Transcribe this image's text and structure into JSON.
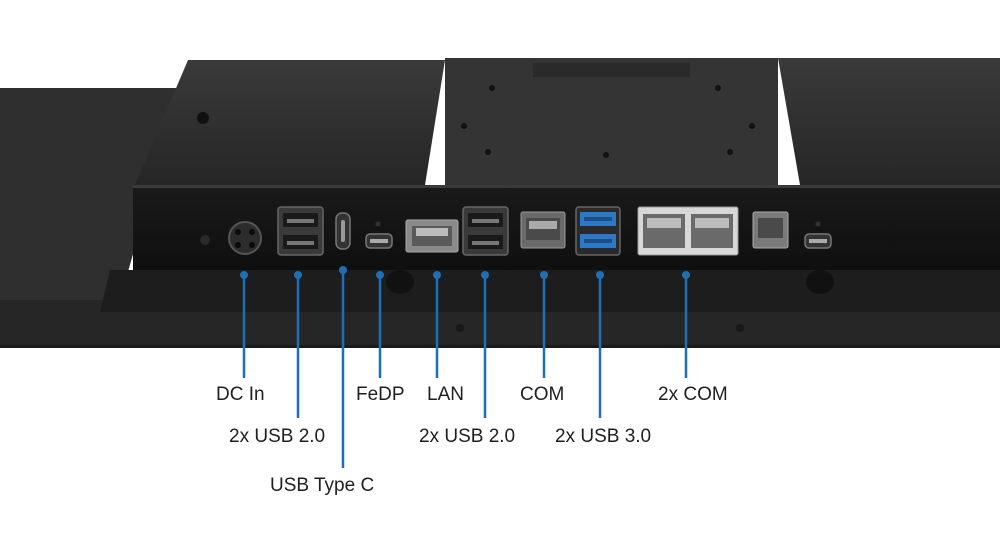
{
  "labels": {
    "dc_in": "DC In",
    "usb20_a": "2x USB 2.0",
    "usb_c": "USB Type C",
    "fedp": "FeDP",
    "lan": "LAN",
    "usb20_b": "2x USB 2.0",
    "com": "COM",
    "usb30": "2x USB 3.0",
    "com2": "2x COM"
  },
  "colors": {
    "leader": "#1f6fb5",
    "usb3_port": "#2f78c4",
    "chassis": "#2b2b2b",
    "panel": "#151515"
  }
}
